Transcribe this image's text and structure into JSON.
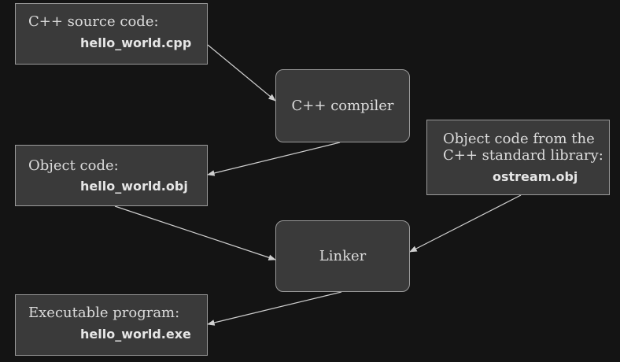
{
  "nodes": {
    "source": {
      "caption": "C++ source code:",
      "filename": "hello_world.cpp"
    },
    "compiler": {
      "label": "C++ compiler"
    },
    "object": {
      "caption": "Object code:",
      "filename": "hello_world.obj"
    },
    "stdlib": {
      "caption_line1": "Object code from the",
      "caption_line2": "C++ standard library:",
      "filename": "ostream.obj"
    },
    "linker": {
      "label": "Linker"
    },
    "executable": {
      "caption": "Executable program:",
      "filename": "hello_world.exe"
    }
  },
  "colors": {
    "background": "#141414",
    "box_fill": "#3a3a3a",
    "box_border": "#9a9a9a",
    "text": "#dcdcdc",
    "arrow": "#cfcfcf"
  }
}
